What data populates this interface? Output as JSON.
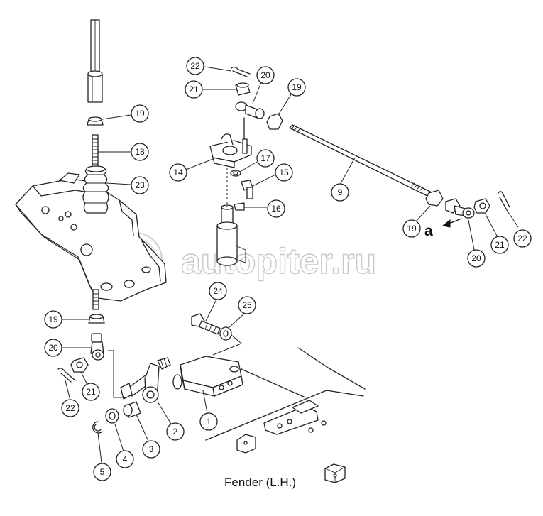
{
  "diagram": {
    "caption": "Fender (L.H.)",
    "view_arrow_label": "a",
    "watermark": "autopiter.ru",
    "callouts": [
      {
        "id": "c1",
        "label": "1"
      },
      {
        "id": "c2",
        "label": "2"
      },
      {
        "id": "c3",
        "label": "3"
      },
      {
        "id": "c4",
        "label": "4"
      },
      {
        "id": "c5",
        "label": "5"
      },
      {
        "id": "c9",
        "label": "9"
      },
      {
        "id": "c14",
        "label": "14"
      },
      {
        "id": "c15",
        "label": "15"
      },
      {
        "id": "c16",
        "label": "16"
      },
      {
        "id": "c17",
        "label": "17"
      },
      {
        "id": "c18",
        "label": "18"
      },
      {
        "id": "c19a",
        "label": "19"
      },
      {
        "id": "c19b",
        "label": "19"
      },
      {
        "id": "c19c",
        "label": "19"
      },
      {
        "id": "c19d",
        "label": "19"
      },
      {
        "id": "c20a",
        "label": "20"
      },
      {
        "id": "c20b",
        "label": "20"
      },
      {
        "id": "c20c",
        "label": "20"
      },
      {
        "id": "c21a",
        "label": "21"
      },
      {
        "id": "c21b",
        "label": "21"
      },
      {
        "id": "c21c",
        "label": "21"
      },
      {
        "id": "c22a",
        "label": "22"
      },
      {
        "id": "c22b",
        "label": "22"
      },
      {
        "id": "c22c",
        "label": "22"
      },
      {
        "id": "c23",
        "label": "23"
      },
      {
        "id": "c24",
        "label": "24"
      },
      {
        "id": "c25",
        "label": "25"
      }
    ]
  }
}
